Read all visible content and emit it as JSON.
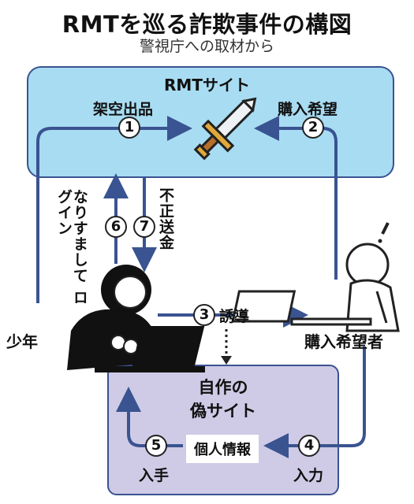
{
  "title": "RMTを巡る詐欺事件の構図",
  "subtitle": "警視庁への取材から",
  "rmt_site": {
    "label": "RMTサイト",
    "icon": "sword-icon",
    "color": "#a8dcf2"
  },
  "fake_site": {
    "label_line1": "自作の",
    "label_line2": "偽サイト",
    "color": "#cfcbe6"
  },
  "actors": {
    "boy": "少年",
    "buyer": "購入希望者"
  },
  "steps": [
    {
      "num": "1",
      "label": "架空出品"
    },
    {
      "num": "2",
      "label": "購入希望"
    },
    {
      "num": "3",
      "label": "誘導"
    },
    {
      "num": "4",
      "label": "入力"
    },
    {
      "num": "5",
      "label": "入手"
    },
    {
      "num": "6",
      "label": "なりすまして ログイン"
    },
    {
      "num": "7",
      "label": "不正送金"
    }
  ],
  "personal_info": "個人情報",
  "colors": {
    "arrow": "#3a5391",
    "line": "#222222"
  }
}
